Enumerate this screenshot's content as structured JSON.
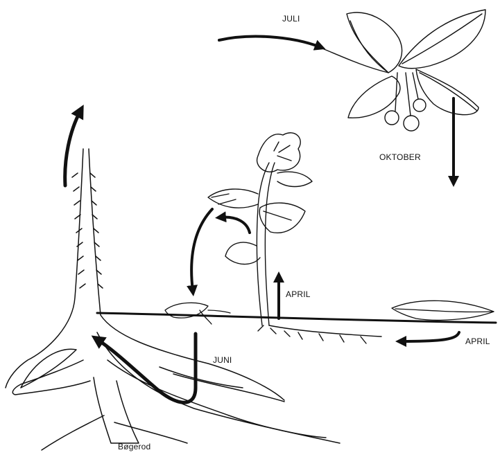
{
  "labels": {
    "juli": "JULI",
    "oktober": "OKTOBER",
    "april_stem": "APRIL",
    "april_leaf": "APRIL",
    "juni": "JUNI",
    "root": "Bøgerod"
  }
}
